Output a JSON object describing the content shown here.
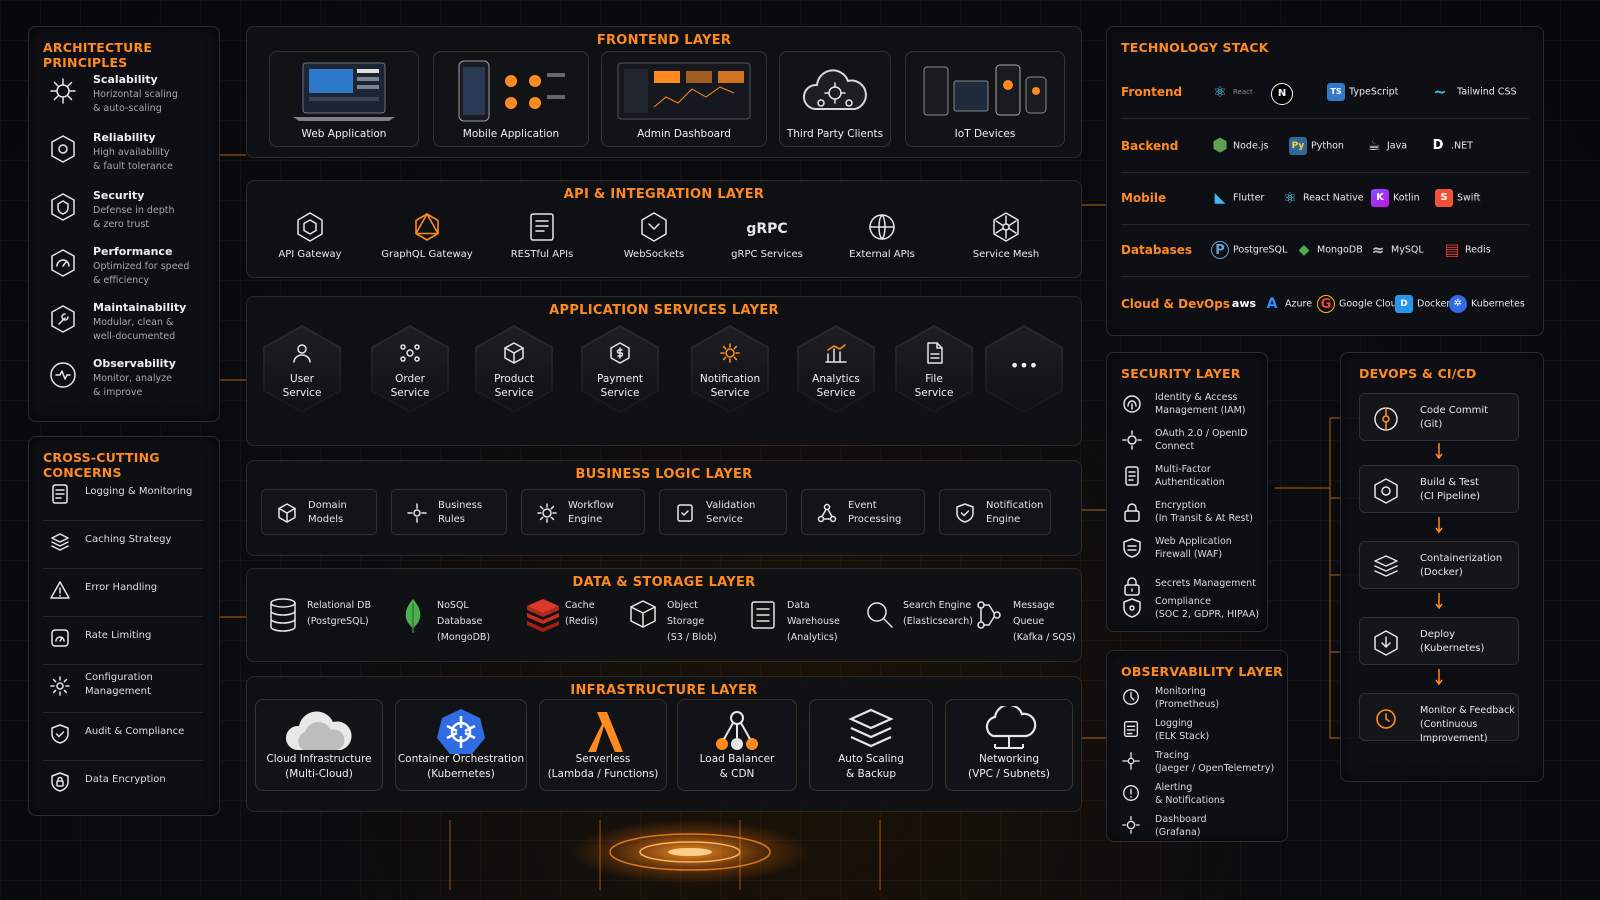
{
  "principles": {
    "title": "ARCHITECTURE PRINCIPLES",
    "items": [
      {
        "name": "Scalability",
        "desc": "Horizontal scaling\n& auto-scaling"
      },
      {
        "name": "Reliability",
        "desc": "High availability\n& fault tolerance"
      },
      {
        "name": "Security",
        "desc": "Defense in depth\n& zero trust"
      },
      {
        "name": "Performance",
        "desc": "Optimized for speed\n& efficiency"
      },
      {
        "name": "Maintainability",
        "desc": "Modular, clean &\nwell-documented"
      },
      {
        "name": "Observability",
        "desc": "Monitor, analyze\n& improve"
      }
    ]
  },
  "crosscutting": {
    "title": "CROSS-CUTTING CONCERNS",
    "items": [
      "Logging & Monitoring",
      "Caching Strategy",
      "Error Handling",
      "Rate Limiting",
      "Configuration\nManagement",
      "Audit & Compliance",
      "Data Encryption"
    ]
  },
  "frontend": {
    "title": "FRONTEND LAYER",
    "items": [
      "Web Application",
      "Mobile Application",
      "Admin Dashboard",
      "Third Party Clients",
      "IoT Devices"
    ]
  },
  "api": {
    "title": "API & INTEGRATION LAYER",
    "items": [
      "API Gateway",
      "GraphQL Gateway",
      "RESTful APIs",
      "WebSockets",
      "gRPC Services",
      "External APIs",
      "Service Mesh"
    ],
    "grpc_glyph": "gRPC"
  },
  "services": {
    "title": "APPLICATION SERVICES LAYER",
    "items": [
      "User\nService",
      "Order\nService",
      "Product\nService",
      "Payment\nService",
      "Notification\nService",
      "Analytics\nService",
      "File\nService"
    ],
    "more": "•••"
  },
  "business": {
    "title": "BUSINESS LOGIC LAYER",
    "items": [
      "Domain\nModels",
      "Business\nRules",
      "Workflow\nEngine",
      "Validation\nService",
      "Event\nProcessing",
      "Notification\nEngine"
    ]
  },
  "data": {
    "title": "DATA & STORAGE LAYER",
    "items": [
      "Relational DB\n(PostgreSQL)",
      "NoSQL Database\n(MongoDB)",
      "Cache\n(Redis)",
      "Object Storage\n(S3 / Blob)",
      "Data Warehouse\n(Analytics)",
      "Search Engine\n(Elasticsearch)",
      "Message Queue\n(Kafka / SQS)"
    ]
  },
  "infra": {
    "title": "INFRASTRUCTURE LAYER",
    "items": [
      "Cloud Infrastructure\n(Multi-Cloud)",
      "Container Orchestration\n(Kubernetes)",
      "Serverless\n(Lambda / Functions)",
      "Load Balancer\n& CDN",
      "Auto Scaling\n& Backup",
      "Networking\n(VPC / Subnets)"
    ]
  },
  "tech": {
    "title": "TECHNOLOGY STACK",
    "rows": [
      {
        "cat": "Frontend",
        "items": [
          {
            "icon": "⚛",
            "name": "React",
            "color": "#61dafb"
          },
          {
            "icon": "N",
            "name": "",
            "color": "#ffffff"
          },
          {
            "icon": "TS",
            "name": "TypeScript",
            "color": "#3178c6"
          },
          {
            "icon": "~",
            "name": "Tailwind CSS",
            "color": "#38bdf8"
          }
        ]
      },
      {
        "cat": "Backend",
        "items": [
          {
            "icon": "⬢",
            "name": "Node.js",
            "color": "#5fa04e"
          },
          {
            "icon": "Py",
            "name": "Python",
            "color": "#ffd43b"
          },
          {
            "icon": "☕",
            "name": "Java",
            "color": "#e0e0e0"
          },
          {
            "icon": "D",
            "name": ".NET",
            "color": "#e0e0e0"
          }
        ]
      },
      {
        "cat": "Mobile",
        "items": [
          {
            "icon": "◣",
            "name": "Flutter",
            "color": "#45b5f0"
          },
          {
            "icon": "⚛",
            "name": "React Native",
            "color": "#61dafb"
          },
          {
            "icon": "K",
            "name": "Kotlin",
            "color": "#a97bff"
          },
          {
            "icon": "S",
            "name": "Swift",
            "color": "#f05138"
          }
        ]
      },
      {
        "cat": "Databases",
        "items": [
          {
            "icon": "🐘",
            "name": "PostgreSQL",
            "color": "#6a9fd4"
          },
          {
            "icon": "◆",
            "name": "MongoDB",
            "color": "#4caf50"
          },
          {
            "icon": "≈",
            "name": "MySQL",
            "color": "#c9c9c9"
          },
          {
            "icon": "▤",
            "name": "Redis",
            "color": "#dc382d"
          }
        ]
      },
      {
        "cat": "Cloud & DevOps",
        "items": [
          {
            "icon": "aws",
            "name": "",
            "color": "#ffffff"
          },
          {
            "icon": "A",
            "name": "Azure",
            "color": "#2f8cff"
          },
          {
            "icon": "G",
            "name": "Google Cloud",
            "color": "#ea4335"
          },
          {
            "icon": "🐳",
            "name": "Docker",
            "color": "#2496ed"
          },
          {
            "icon": "✲",
            "name": "Kubernetes",
            "color": "#6e8fe8"
          }
        ]
      }
    ]
  },
  "security": {
    "title": "SECURITY LAYER",
    "items": [
      "Identity & Access\nManagement (IAM)",
      "OAuth 2.0 / OpenID\nConnect",
      "Multi-Factor\nAuthentication",
      "Encryption\n(In Transit & At Rest)",
      "Web Application\nFirewall (WAF)",
      "Secrets Management",
      "Compliance\n(SOC 2, GDPR, HIPAA)"
    ]
  },
  "observability": {
    "title": "OBSERVABILITY LAYER",
    "items": [
      "Monitoring\n(Prometheus)",
      "Logging\n(ELK Stack)",
      "Tracing\n(Jaeger / OpenTelemetry)",
      "Alerting\n& Notifications",
      "Dashboard\n(Grafana)"
    ]
  },
  "devops": {
    "title": "DEVOPS & CI/CD",
    "items": [
      "Code Commit\n(Git)",
      "Build & Test\n(CI Pipeline)",
      "Containerization\n(Docker)",
      "Deploy\n(Kubernetes)",
      "Monitor & Feedback\n(Continuous Improvement)"
    ]
  },
  "colors": {
    "accent": "#ff8a1f",
    "panel": "#0e1015",
    "border": "#2a2d35"
  }
}
